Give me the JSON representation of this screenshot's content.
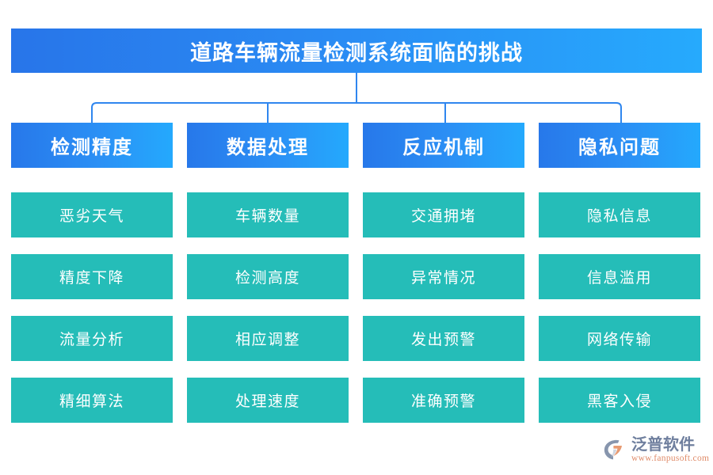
{
  "title": {
    "text": "道路车辆流量检测系统面临的挑战"
  },
  "colors": {
    "banner_gradient_start": "#2875e9",
    "banner_gradient_end": "#26aafd",
    "header_gradient_start": "#2778ea",
    "header_gradient_end": "#24a9fd",
    "cell_fill": "#25bdb8",
    "connector_line": "#2f86ef",
    "logo_name_color": "#6f7f9e",
    "logo_url_color": "#e08c6a",
    "logo_mark_primary": "#8795ad",
    "logo_mark_accent": "#e79a72",
    "text_on_fill": "#ffffff",
    "background": "#ffffff"
  },
  "columns": [
    {
      "header": "检测精度",
      "cells": [
        "恶劣天气",
        "精度下降",
        "流量分析",
        "精细算法"
      ]
    },
    {
      "header": "数据处理",
      "cells": [
        "车辆数量",
        "检测高度",
        "相应调整",
        "处理速度"
      ]
    },
    {
      "header": "反应机制",
      "cells": [
        "交通拥堵",
        "异常情况",
        "发出预警",
        "准确预警"
      ]
    },
    {
      "header": "隐私问题",
      "cells": [
        "隐私信息",
        "信息滥用",
        "网络传输",
        "黑客入侵"
      ]
    }
  ],
  "logo": {
    "name": "泛普软件",
    "url": "www.fanpusoft.com",
    "mark": "fanpu-swoosh-icon"
  }
}
